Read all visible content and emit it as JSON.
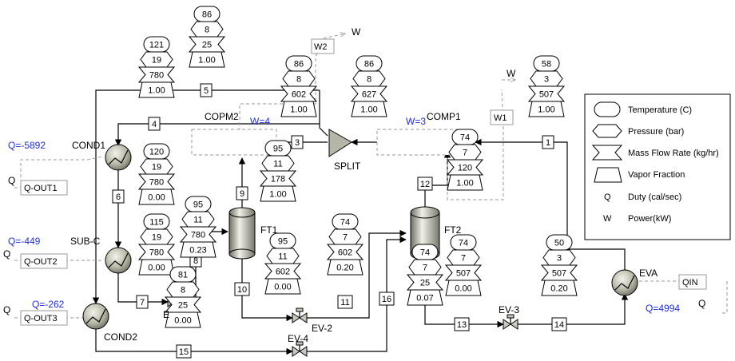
{
  "duties": {
    "q_cond1": "Q=-5892",
    "q_subc": "Q=-449",
    "q_cond2": "Q=-262",
    "q_eva": "Q=4994"
  },
  "duty_streams": {
    "q_out1": "Q-OUT1",
    "q_out2": "Q-OUT2",
    "q_out3": "Q-OUT3",
    "qin": "QIN",
    "q_letter": "Q"
  },
  "work": {
    "w_copm2": "W=4",
    "w_comp1": "W=3",
    "w2": "W2",
    "w1": "W1",
    "w_letter": "W"
  },
  "blocks": {
    "cond1": "COND1",
    "subc": "SUB-C",
    "cond2": "COND2",
    "copm2": "COPM2",
    "comp1": "COMP1",
    "split": "SPLIT",
    "ft1": "FT1",
    "ft2": "FT2",
    "ev2": "EV-2",
    "ev3": "EV-3",
    "ev4": "EV-4",
    "eva": "EVA",
    "e_partial": "E"
  },
  "streams": [
    "1",
    "3",
    "4",
    "5",
    "6",
    "7",
    "8",
    "9",
    "10",
    "11",
    "12",
    "13",
    "14",
    "15",
    "16"
  ],
  "tags": {
    "s5": {
      "t": "86",
      "p": "8",
      "m": "25",
      "v": "1.00"
    },
    "s4": {
      "t": "121",
      "p": "19",
      "m": "780",
      "v": "1.00"
    },
    "s3": {
      "t": "86",
      "p": "8",
      "m": "602",
      "v": "1.00"
    },
    "sw": {
      "t": "86",
      "p": "8",
      "m": "627",
      "v": "1.00"
    },
    "s1": {
      "t": "58",
      "p": "3",
      "m": "507",
      "v": "1.00"
    },
    "s6": {
      "t": "120",
      "p": "19",
      "m": "780",
      "v": "0.00"
    },
    "s9": {
      "t": "95",
      "p": "11",
      "m": "178",
      "v": "1.00"
    },
    "s12": {
      "t": "74",
      "p": "7",
      "m": "120",
      "v": "1.00"
    },
    "s8": {
      "t": "95",
      "p": "11",
      "m": "780",
      "v": "0.23"
    },
    "s7": {
      "t": "115",
      "p": "19",
      "m": "780",
      "v": "0.00"
    },
    "s10": {
      "t": "95",
      "p": "11",
      "m": "602",
      "v": "0.00"
    },
    "s11": {
      "t": "74",
      "p": "7",
      "m": "602",
      "v": "0.20"
    },
    "s16": {
      "t": "74",
      "p": "7",
      "m": "25",
      "v": "0.07"
    },
    "s13": {
      "t": "74",
      "p": "7",
      "m": "507",
      "v": "0.00"
    },
    "s14": {
      "t": "50",
      "p": "3",
      "m": "507",
      "v": "0.20"
    },
    "s15": {
      "t": "81",
      "p": "8",
      "m": "25",
      "v": "0.00"
    }
  },
  "legend": {
    "temperature": "Temperature (C)",
    "pressure": "Pressure (bar)",
    "mass_flow": "Mass Flow Rate (kg/hr)",
    "vapor": "Vapor Fraction",
    "duty_key": "Q",
    "duty": "Duty (cal/sec)",
    "power_key": "W",
    "power": "Power(kW)"
  },
  "colors": {
    "annotation_blue": "#1f2de0",
    "signal_gray": "#9a9a9a"
  }
}
